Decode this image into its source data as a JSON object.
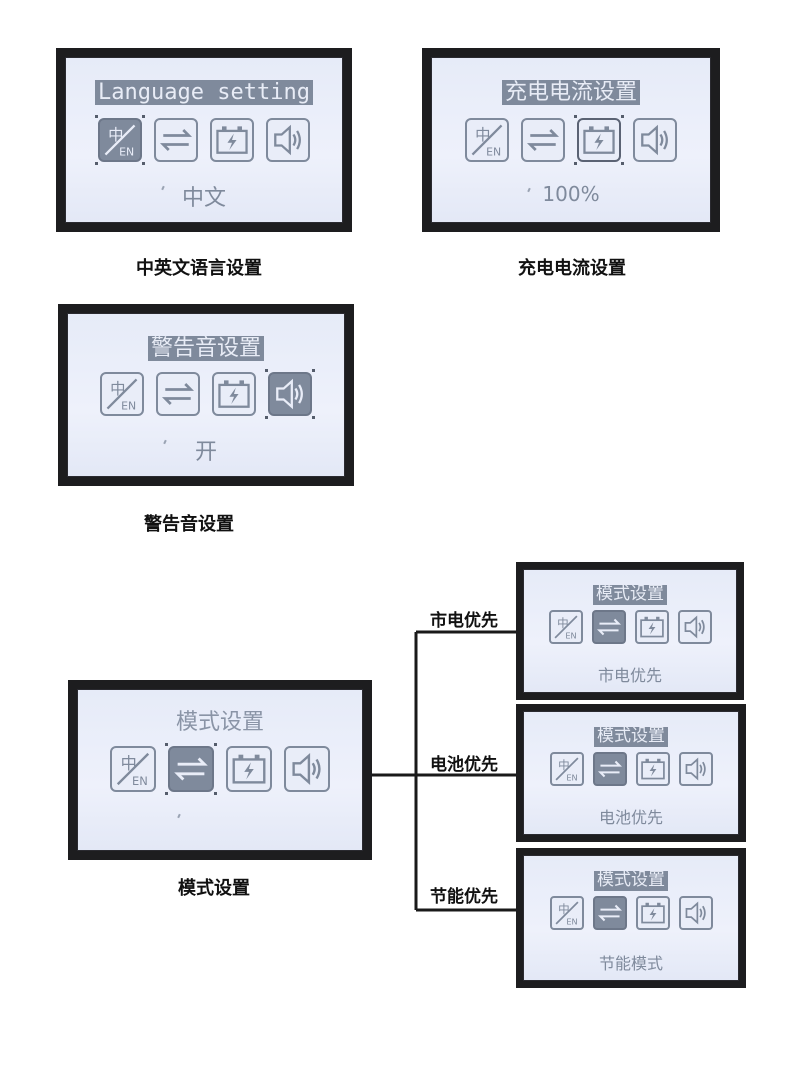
{
  "panels": {
    "language": {
      "title": "Language setting",
      "value": "中文",
      "caption": "中英文语言设置",
      "selected": "language-icon"
    },
    "charge": {
      "title": "充电电流设置",
      "value": "100%",
      "caption": "充电电流设置",
      "selected": "battery-icon"
    },
    "alarm": {
      "title": "警告音设置",
      "value": "开",
      "caption": "警告音设置",
      "selected": "speaker-icon"
    },
    "mode": {
      "title": "模式设置",
      "value": "",
      "caption": "模式设置",
      "selected": "transfer-icon"
    },
    "mode_utility": {
      "branch_label": "市电优先",
      "title": "模式设置",
      "value": "市电优先"
    },
    "mode_battery": {
      "branch_label": "电池优先",
      "title": "模式设置",
      "value": "电池优先"
    },
    "mode_eco": {
      "branch_label": "节能优先",
      "title": "模式设置",
      "value": "节能模式"
    }
  },
  "icons": {
    "language": "中/EN",
    "lang_cn": "中",
    "lang_en": "EN"
  },
  "colors": {
    "lcd_background": "#e9edf8",
    "lcd_foreground": "#7f8a9c",
    "bezel": "#1d1d1f"
  }
}
